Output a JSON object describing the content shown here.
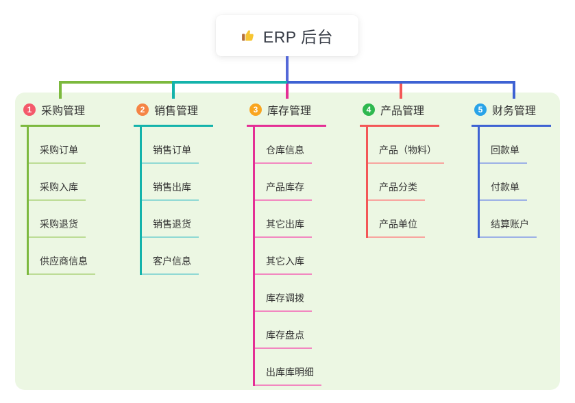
{
  "root": {
    "label": "ERP 后台",
    "icon": "👍"
  },
  "canvas": {
    "background": "#ffffff",
    "panel_background": "#ecf7e3",
    "root_stem_color": "#5468d8",
    "text_color": "#333333"
  },
  "branches": [
    {
      "number": "1",
      "label": "采购管理",
      "color": "#7cb93e",
      "light_color": "#bcdc95",
      "badge_color": "#f4596b",
      "children": [
        "采购订单",
        "采购入库",
        "采购退货",
        "供应商信息"
      ]
    },
    {
      "number": "2",
      "label": "销售管理",
      "color": "#14b3ab",
      "light_color": "#8fd9d4",
      "badge_color": "#f58445",
      "children": [
        "销售订单",
        "销售出库",
        "销售退货",
        "客户信息"
      ]
    },
    {
      "number": "3",
      "label": "库存管理",
      "color": "#e42f95",
      "light_color": "#f287c0",
      "badge_color": "#f9a51f",
      "children": [
        "仓库信息",
        "产品库存",
        "其它出库",
        "其它入库",
        "库存调拨",
        "库存盘点",
        "出库库明细"
      ]
    },
    {
      "number": "4",
      "label": "产品管理",
      "color": "#f35757",
      "light_color": "#f8a49e",
      "badge_color": "#2eb84f",
      "children": [
        "产品（物料）",
        "产品分类",
        "产品单位"
      ]
    },
    {
      "number": "5",
      "label": "财务管理",
      "color": "#3e62d3",
      "light_color": "#9cb0e6",
      "badge_color": "#29a3e8",
      "children": [
        "回款单",
        "付款单",
        "结算账户"
      ]
    }
  ]
}
